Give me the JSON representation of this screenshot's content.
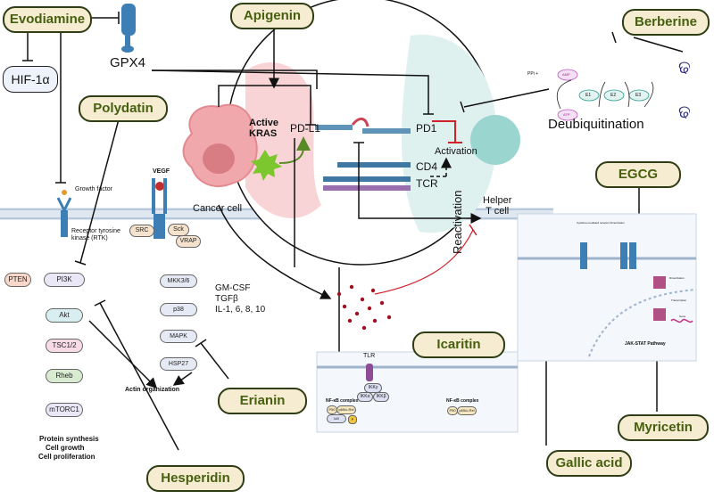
{
  "drugs": {
    "evodiamine": "Evodiamine",
    "apigenin": "Apigenin",
    "berberine": "Berberine",
    "polydatin": "Polydatin",
    "egcg": "EGCG",
    "icaritin": "Icaritin",
    "erianin": "Erianin",
    "myricetin": "Myricetin",
    "gallic_acid": "Gallic acid",
    "hesperidin": "Hesperidin"
  },
  "targets": {
    "hif": "HIF-1α",
    "gpx4": "GPX4",
    "active_kras": "Active\nKRAS",
    "pdl1": "PD-L1",
    "pd1": "PD1",
    "cd4": "CD4",
    "tcr": "TCR",
    "activation": "Activation",
    "deubiquitination": "Deubiquitination",
    "cancer_cell": "Cancer cell",
    "helper_t_cell": "Helper\nT cell",
    "reactivation": "Reactivation",
    "cytokines": [
      "GM-CSF",
      "TGFβ",
      "IL-1, 6, 8, 10"
    ]
  },
  "rtk_pathway": {
    "growth_factor": "Growth factor",
    "receptor": "Receptor tyrosine\nkinase (RTK)",
    "pten": "PTEN",
    "nodes": [
      "PI3K",
      "Akt",
      "TSC1/2",
      "Rheb",
      "mTORC1"
    ],
    "outcomes": [
      "Protein synthesis",
      "Cell growth",
      "Cell proliferation"
    ]
  },
  "vegf_pathway": {
    "vegf": "VEGF",
    "src": "SRC",
    "sck": "Sck",
    "vrap": "VRAP",
    "nodes": [
      "MKK3/6",
      "p38",
      "MAPK",
      "HSP27"
    ],
    "actin": "Actin organization"
  },
  "nfkb_panel": {
    "tlr": "TLR",
    "ikk": [
      "IKKγ",
      "IKKα",
      "IKKβ"
    ],
    "complex_label": "NF-κB complex",
    "complex_parts": [
      "P50",
      "p65/c-Rel"
    ],
    "ikb": "IκB",
    "p": "P",
    "complex_label_2": "NF-κB complex",
    "complex_parts_2": [
      "P50",
      "p65/c-Rel"
    ]
  },
  "ub_panel": {
    "ppi": "PPi +",
    "amp": "AMP",
    "atp": "ATP",
    "e1": "E1",
    "e2": "E2",
    "e3": "E3"
  },
  "jak_panel": {
    "title": "JAK-STAT Pathway",
    "ann_1": "Cytokine-mediated receptor dimerization",
    "ann_2": "Transcription",
    "ann_3": "Dimerization",
    "ann_4": "Gene"
  },
  "colors": {
    "pill_fill": "#f6ecd2",
    "pill_text": "#46600f",
    "cancer_cell": "#f1a8ad",
    "t_cell": "#9ad6cf",
    "membrane": "#b8c8dc",
    "inhibit_red": "#d0202a"
  }
}
